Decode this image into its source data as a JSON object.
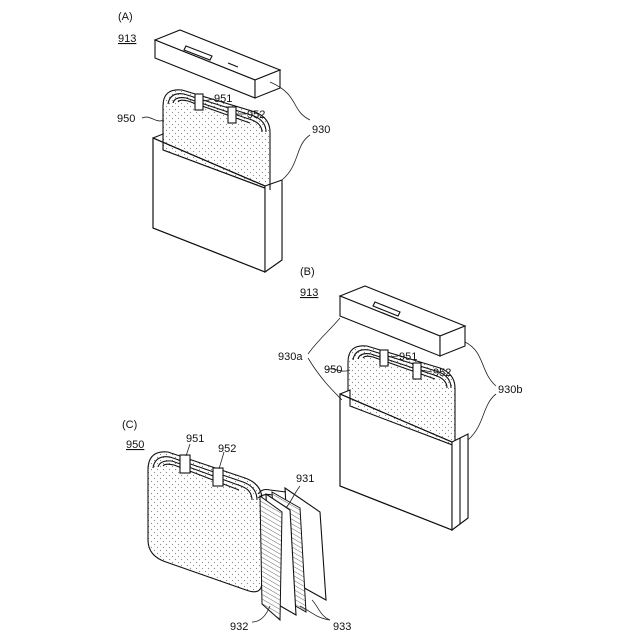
{
  "panels": {
    "a": {
      "tag": "(A)",
      "ref": "913"
    },
    "b": {
      "tag": "(B)",
      "ref": "913"
    },
    "c": {
      "tag": "(C)",
      "ref": "950"
    }
  },
  "labels": {
    "n950": "950",
    "n951": "951",
    "n952": "952",
    "n930": "930",
    "n930a": "930a",
    "n930b": "930b",
    "n931": "931",
    "n932": "932",
    "n933": "933"
  }
}
